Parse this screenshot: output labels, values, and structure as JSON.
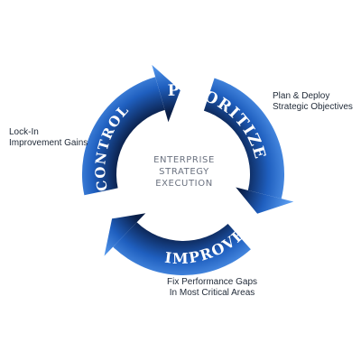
{
  "center": {
    "lines": [
      "ENTERPRISE",
      "STRATEGY",
      "EXECUTION"
    ]
  },
  "segments": {
    "prioritize": "PRIORITIZE",
    "improve": "IMPROVE",
    "control": "CONTROL"
  },
  "annotations": {
    "prioritize": [
      "Plan & Deploy",
      "Strategic Objectives"
    ],
    "improve": [
      "Fix Performance Gaps",
      "In Most Critical Areas"
    ],
    "control": [
      "Lock-In",
      "Improvement Gains"
    ]
  },
  "colors": {
    "ring_light": "#5a9df0",
    "ring_mid": "#1f5fbf",
    "ring_dark": "#0a1e46",
    "arrow_head": "#3d86e6"
  },
  "icons": {
    "arrow": "curved-arrow-icon"
  }
}
